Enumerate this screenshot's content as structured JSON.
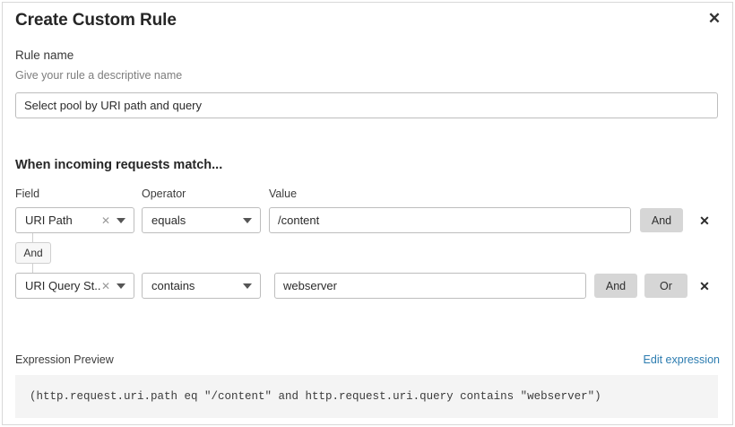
{
  "dialog": {
    "title": "Create Custom Rule",
    "close_icon": "close-icon"
  },
  "rule_name": {
    "label": "Rule name",
    "hint": "Give your rule a descriptive name",
    "value": "Select pool by URI path and query",
    "placeholder": ""
  },
  "match_section": {
    "heading": "When incoming requests match...",
    "columns": {
      "field": "Field",
      "operator": "Operator",
      "value": "Value"
    },
    "connector": "And",
    "rows": [
      {
        "field": "URI Path",
        "clear_icon": "clear-icon",
        "caret_icon": "chevron-down-icon",
        "operator": "equals",
        "value": "/content",
        "and_label": "And",
        "remove_icon": "close-icon"
      },
      {
        "field": "URI Query St...",
        "clear_icon": "clear-icon",
        "caret_icon": "chevron-down-icon",
        "operator": "contains",
        "value": "webserver",
        "and_label": "And",
        "or_label": "Or",
        "remove_icon": "close-icon"
      }
    ]
  },
  "expression": {
    "label": "Expression Preview",
    "edit_link": "Edit expression",
    "code": "(http.request.uri.path eq \"/content\" and http.request.uri.query contains \"webserver\")"
  },
  "colors": {
    "link": "#2c7cb0",
    "button_gray": "#d6d6d6",
    "code_bg": "#f4f4f4",
    "border": "#bdbdbd"
  }
}
